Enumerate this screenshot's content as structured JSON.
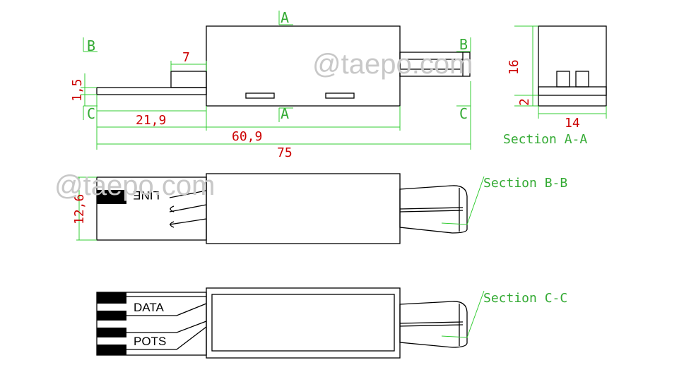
{
  "watermark": "@taepo.com",
  "section_marks": {
    "a": "A",
    "b": "B",
    "c": "C"
  },
  "dimensions": {
    "d7": "7",
    "d1_5": "1,5",
    "d21_9": "21,9",
    "d60_9": "60,9",
    "d75": "75",
    "d16": "16",
    "d2": "2",
    "d14": "14",
    "d12_6": "12,6"
  },
  "section_titles": {
    "aa": "Section A-A",
    "bb": "Section B-B",
    "cc": "Section C-C"
  },
  "pcb_labels": {
    "line": "LINE",
    "data": "DATA",
    "pots": "POTS"
  }
}
